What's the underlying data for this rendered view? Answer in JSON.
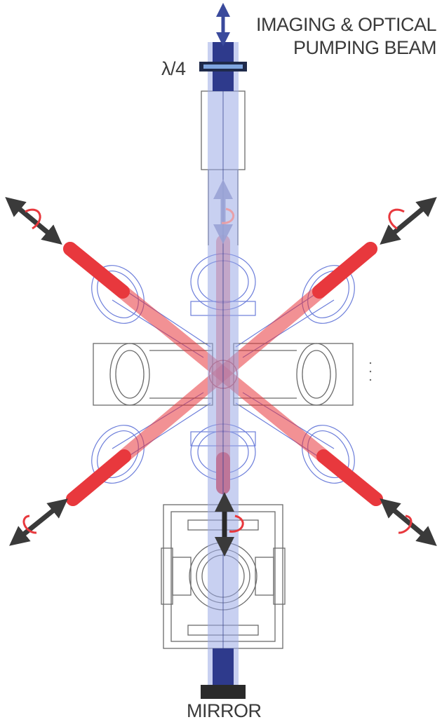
{
  "labels": {
    "imaging_line1": "IMAGING & OPTICAL",
    "imaging_line2": "PUMPING BEAM",
    "waveplate": "λ/4",
    "mirror": "MIRROR"
  },
  "colors": {
    "mot_beam": "#e8383d",
    "imaging_beam": "#9aa9e6",
    "imaging_beam_core": "#2e3a8c",
    "chamber_outline": "#5b6fd6",
    "hardware_outline": "#6b6b6b",
    "arrow": "#3a3a3a",
    "polarization_arrow": "#e8383d"
  },
  "icons": [
    "double-headed-arrow-icon",
    "circular-polarization-icon"
  ]
}
